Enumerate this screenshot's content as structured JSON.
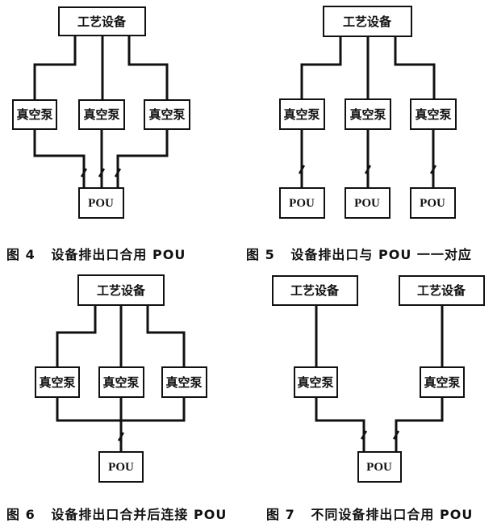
{
  "figures": [
    {
      "id": "fig4",
      "caption": "图 4   设备排出口合用 POU",
      "process_equipment": [
        "工艺设备"
      ],
      "vacuum_pumps": [
        "真空泵",
        "真空泵",
        "真空泵"
      ],
      "pou": [
        "POU"
      ],
      "topology": "three pumps from one process tool, each exhaust line runs separately into a single shared POU, each with a valve"
    },
    {
      "id": "fig5",
      "caption": "图 5   设备排出口与 POU 一一对应",
      "process_equipment": [
        "工艺设备"
      ],
      "vacuum_pumps": [
        "真空泵",
        "真空泵",
        "真空泵"
      ],
      "pou": [
        "POU",
        "POU",
        "POU"
      ],
      "topology": "each pump exhaust connects to its own POU, one-to-one, each with a valve"
    },
    {
      "id": "fig6",
      "caption": "图 6   设备排出口合并后连接 POU",
      "process_equipment": [
        "工艺设备"
      ],
      "vacuum_pumps": [
        "真空泵",
        "真空泵",
        "真空泵"
      ],
      "pou": [
        "POU"
      ],
      "topology": "pump exhausts merge into one header, then one valve to a single POU"
    },
    {
      "id": "fig7",
      "caption": "图 7   不同设备排出口合用 POU",
      "process_equipment": [
        "工艺设备",
        "工艺设备"
      ],
      "vacuum_pumps": [
        "真空泵",
        "真空泵"
      ],
      "pou": [
        "POU"
      ],
      "topology": "two different process tools, each with a pump, exhausts share one POU, each with a valve"
    }
  ]
}
